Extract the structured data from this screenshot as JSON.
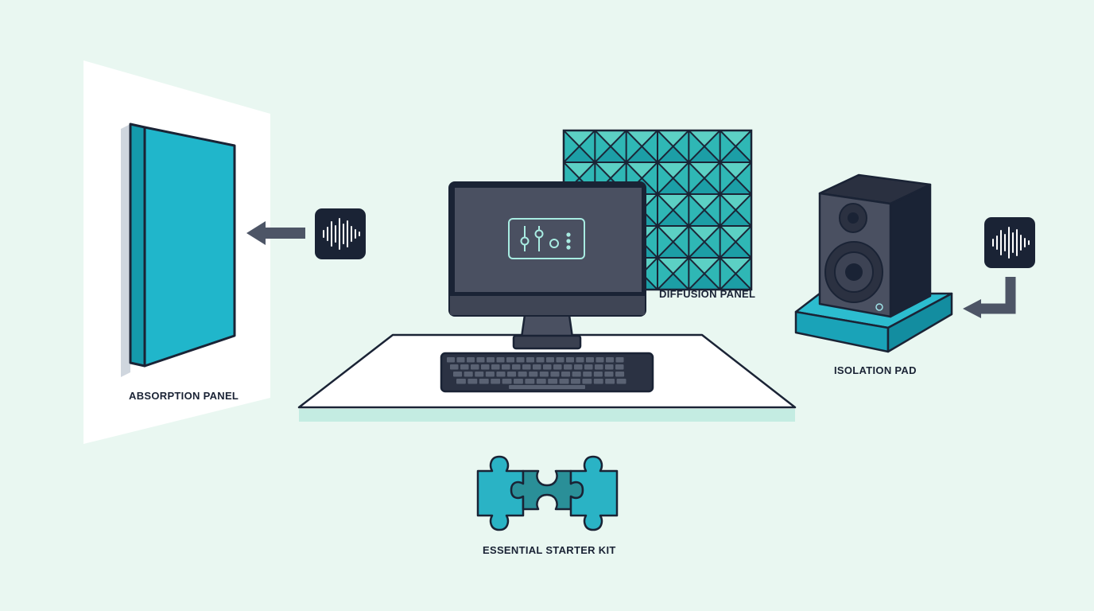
{
  "labels": {
    "absorption": "ABSORPTION PANEL",
    "diffusion": "DIFFUSION PANEL",
    "isolation": "ISOLATION PAD",
    "kit": "ESSENTIAL STARTER KIT"
  },
  "icons": {
    "sound_wave_left": "sound-wave-icon",
    "sound_wave_right": "sound-wave-icon",
    "mixer_controls": "mixer-controls-icon",
    "puzzle": "puzzle-icon"
  },
  "colors": {
    "background": "#e9f7f1",
    "accent_teal": "#1fb3c7",
    "dark_navy": "#1a2335",
    "monitor_gray": "#4a5061",
    "arrow_gray": "#4d5566"
  }
}
